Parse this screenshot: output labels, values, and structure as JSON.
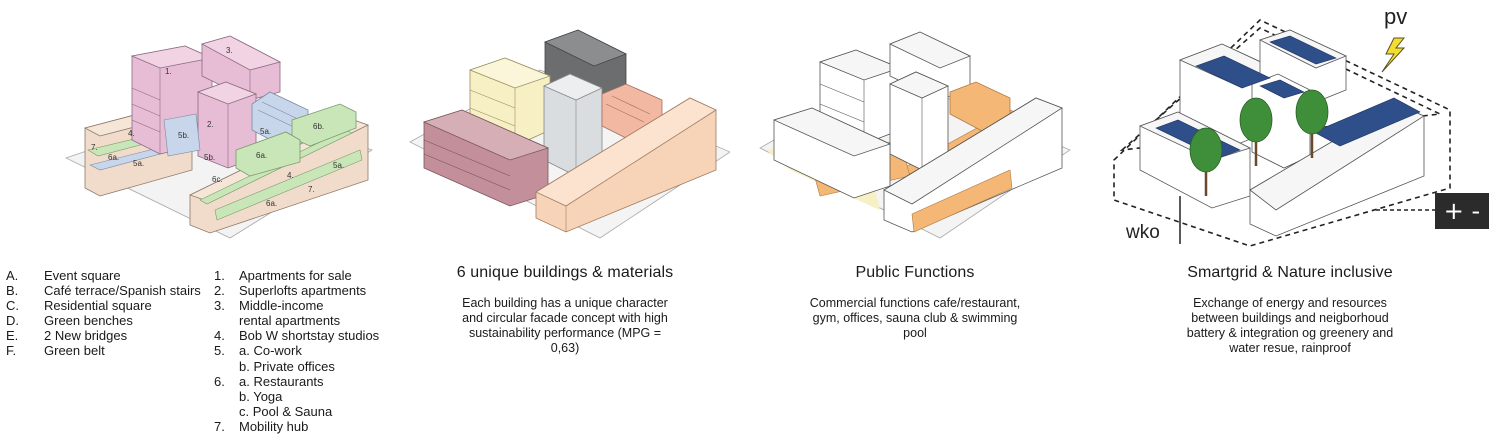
{
  "panel1": {
    "labels": {
      "l1": "1.",
      "l2": "2.",
      "l3": "3.",
      "l4": "4.",
      "l4b": "4.",
      "l5a": "5a.",
      "l5a2": "5a.",
      "l5a3": "5a.",
      "l5b": "5b.",
      "l5b2": "5b.",
      "l6a": "6a.",
      "l6a2": "6a.",
      "l6a3": "6a.",
      "l6b": "6b.",
      "l6c": "6c.",
      "l7": "7.",
      "l7b": "7."
    },
    "legend_letters": [
      {
        "key": "A.",
        "text": "Event square"
      },
      {
        "key": "B.",
        "text": "Café terrace/Spanish stairs"
      },
      {
        "key": "C.",
        "text": "Residential square"
      },
      {
        "key": "D.",
        "text": "Green benches"
      },
      {
        "key": "E.",
        "text": "2 New bridges"
      },
      {
        "key": "F.",
        "text": "Green belt"
      }
    ],
    "legend_numbers": [
      {
        "key": "1.",
        "text": "Apartments for sale"
      },
      {
        "key": "2.",
        "text": "Superlofts apartments"
      },
      {
        "key": "3.",
        "text": "Middle-income"
      },
      {
        "key": "",
        "text": "rental apartments"
      },
      {
        "key": "4.",
        "text": "Bob W shortstay studios"
      },
      {
        "key": "5.",
        "text": "a. Co-work"
      },
      {
        "key": "",
        "text": "b. Private offices"
      },
      {
        "key": "6.",
        "text": "a. Restaurants"
      },
      {
        "key": "",
        "text": "b. Yoga"
      },
      {
        "key": "",
        "text": "c.  Pool & Sauna"
      },
      {
        "key": "7.",
        "text": "Mobility hub"
      }
    ]
  },
  "panel2": {
    "title": "6 unique buildings & materials",
    "desc_lines": [
      "Each building has a unique character",
      "and circular facade concept with high",
      "sustainability performance (MPG =",
      "0,63)"
    ]
  },
  "panel3": {
    "title": "Public Functions",
    "desc_lines": [
      "Commercial functions cafe/restaurant,",
      "gym, offices, sauna club & swimming",
      "pool"
    ]
  },
  "panel4": {
    "title": "Smartgrid &  Nature inclusive",
    "desc_lines": [
      "Exchange of energy and resources",
      "between buildings and neigborhoud",
      "battery & integration og greenery and",
      "water resue, rainproof"
    ],
    "pv_label": "pv",
    "wko_label": "wko",
    "battery_symbol": "+ -"
  },
  "colors": {
    "pink": "#e7bdd6",
    "blue": "#c7d6ea",
    "green": "#c9e6b8",
    "tan": "#f1dccb",
    "yellow": "#f7f0c4",
    "gray": "#d9dde0",
    "dark": "#6b6d6e",
    "salmon": "#f2b8a2",
    "mauve": "#c28f9a",
    "peach": "#f7d3b8",
    "orange": "#f4b775",
    "solar": "#2f4f8a",
    "tree": "#3f8f3a",
    "bolt": "#f3dd33"
  }
}
